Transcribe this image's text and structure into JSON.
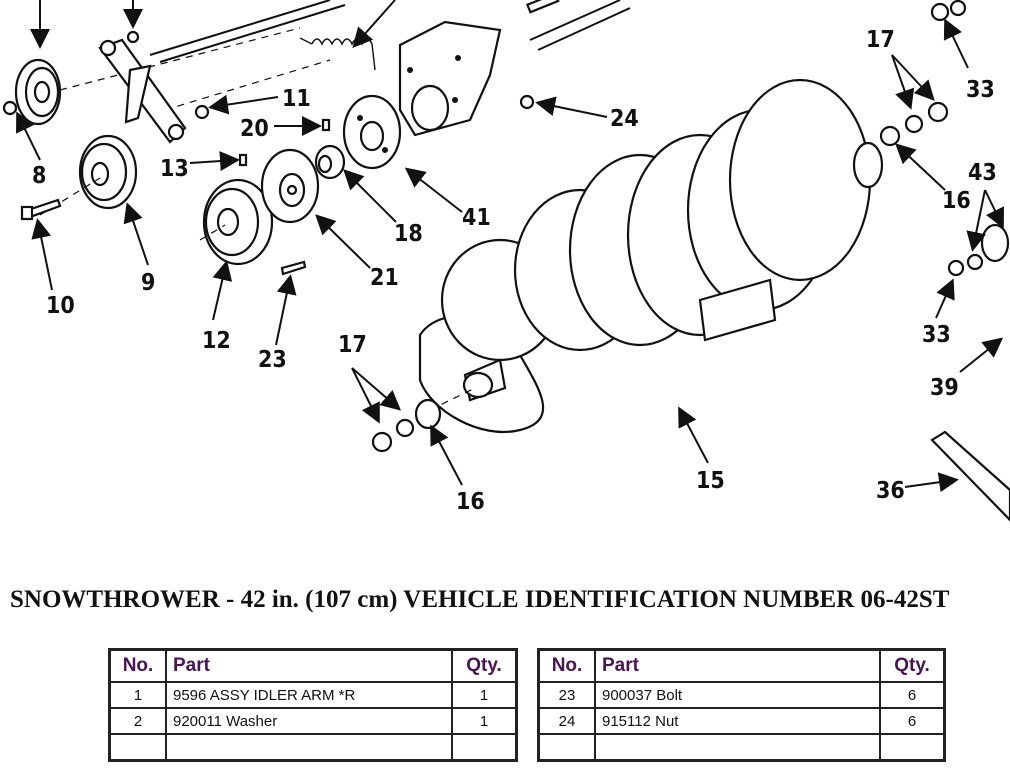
{
  "diagram": {
    "callouts": [
      "8",
      "9",
      "10",
      "11",
      "12",
      "13",
      "20",
      "21",
      "23",
      "18",
      "41",
      "24",
      "15",
      "16",
      "17",
      "33",
      "43",
      "39",
      "36"
    ]
  },
  "title": "SNOWTHROWER - 42 in. (107 cm) VEHICLE IDENTIFICATION NUMBER 06-42ST",
  "table_headers": {
    "no": "No.",
    "part": "Part",
    "qty": "Qty."
  },
  "tables": [
    {
      "rows": [
        {
          "no": "1",
          "part": "9596 ASSY IDLER ARM *R",
          "qty": "1"
        },
        {
          "no": "2",
          "part": "920011 Washer",
          "qty": "1"
        },
        {
          "no": "",
          "part": "",
          "qty": ""
        }
      ]
    },
    {
      "rows": [
        {
          "no": "23",
          "part": "900037 Bolt",
          "qty": "6"
        },
        {
          "no": "24",
          "part": "915112 Nut",
          "qty": "6"
        },
        {
          "no": "",
          "part": "",
          "qty": ""
        }
      ]
    }
  ]
}
